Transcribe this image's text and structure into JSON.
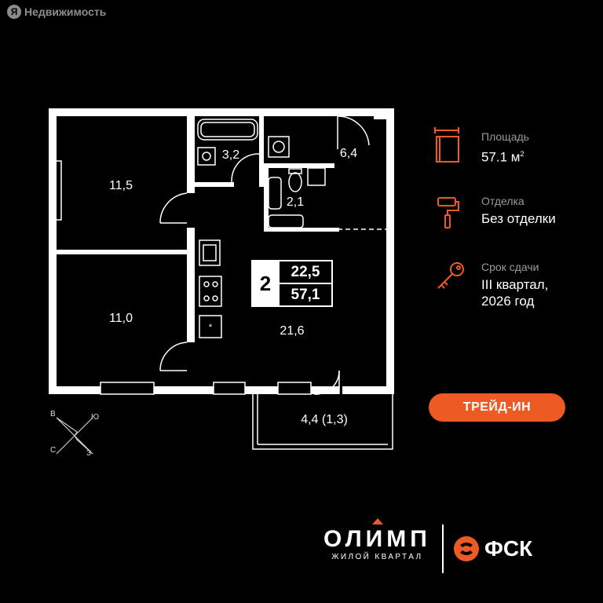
{
  "watermark": {
    "logo": "Я",
    "text": "Недвижимость"
  },
  "rooms": [
    {
      "id": "bedroom-1",
      "label": "11,5"
    },
    {
      "id": "bedroom-2",
      "label": "11,0"
    },
    {
      "id": "bathroom",
      "label": "3,2"
    },
    {
      "id": "hallway",
      "label": "6,4"
    },
    {
      "id": "toilet",
      "label": "2,1"
    },
    {
      "id": "living-kitchen",
      "label": "21,6"
    },
    {
      "id": "balcony",
      "label": "4,4 (1,3)"
    }
  ],
  "badge": {
    "rooms_count": "2",
    "living_area": "22,5",
    "total_area": "57,1"
  },
  "info": {
    "area": {
      "label": "Площадь",
      "value": "57.1 м",
      "unit_sup": "2",
      "icon": "area-icon"
    },
    "finish": {
      "label": "Отделка",
      "value": "Без отделки",
      "icon": "paint-roller-icon"
    },
    "deadline": {
      "label": "Срок сдачи",
      "value_line1": "III квартал,",
      "value_line2": "2026 год",
      "icon": "key-icon"
    }
  },
  "trade_in_button": "ТРЕЙД-ИН",
  "compass": {
    "n": "В",
    "e": "Ю",
    "s": "З",
    "w": "С"
  },
  "brand": {
    "name": "ОЛИМП",
    "subtitle": "ЖИЛОЙ КВАРТАЛ",
    "developer": "ФСК"
  },
  "colors": {
    "accent": "#ee5a24",
    "background": "#000000",
    "walls": "#ffffff"
  }
}
